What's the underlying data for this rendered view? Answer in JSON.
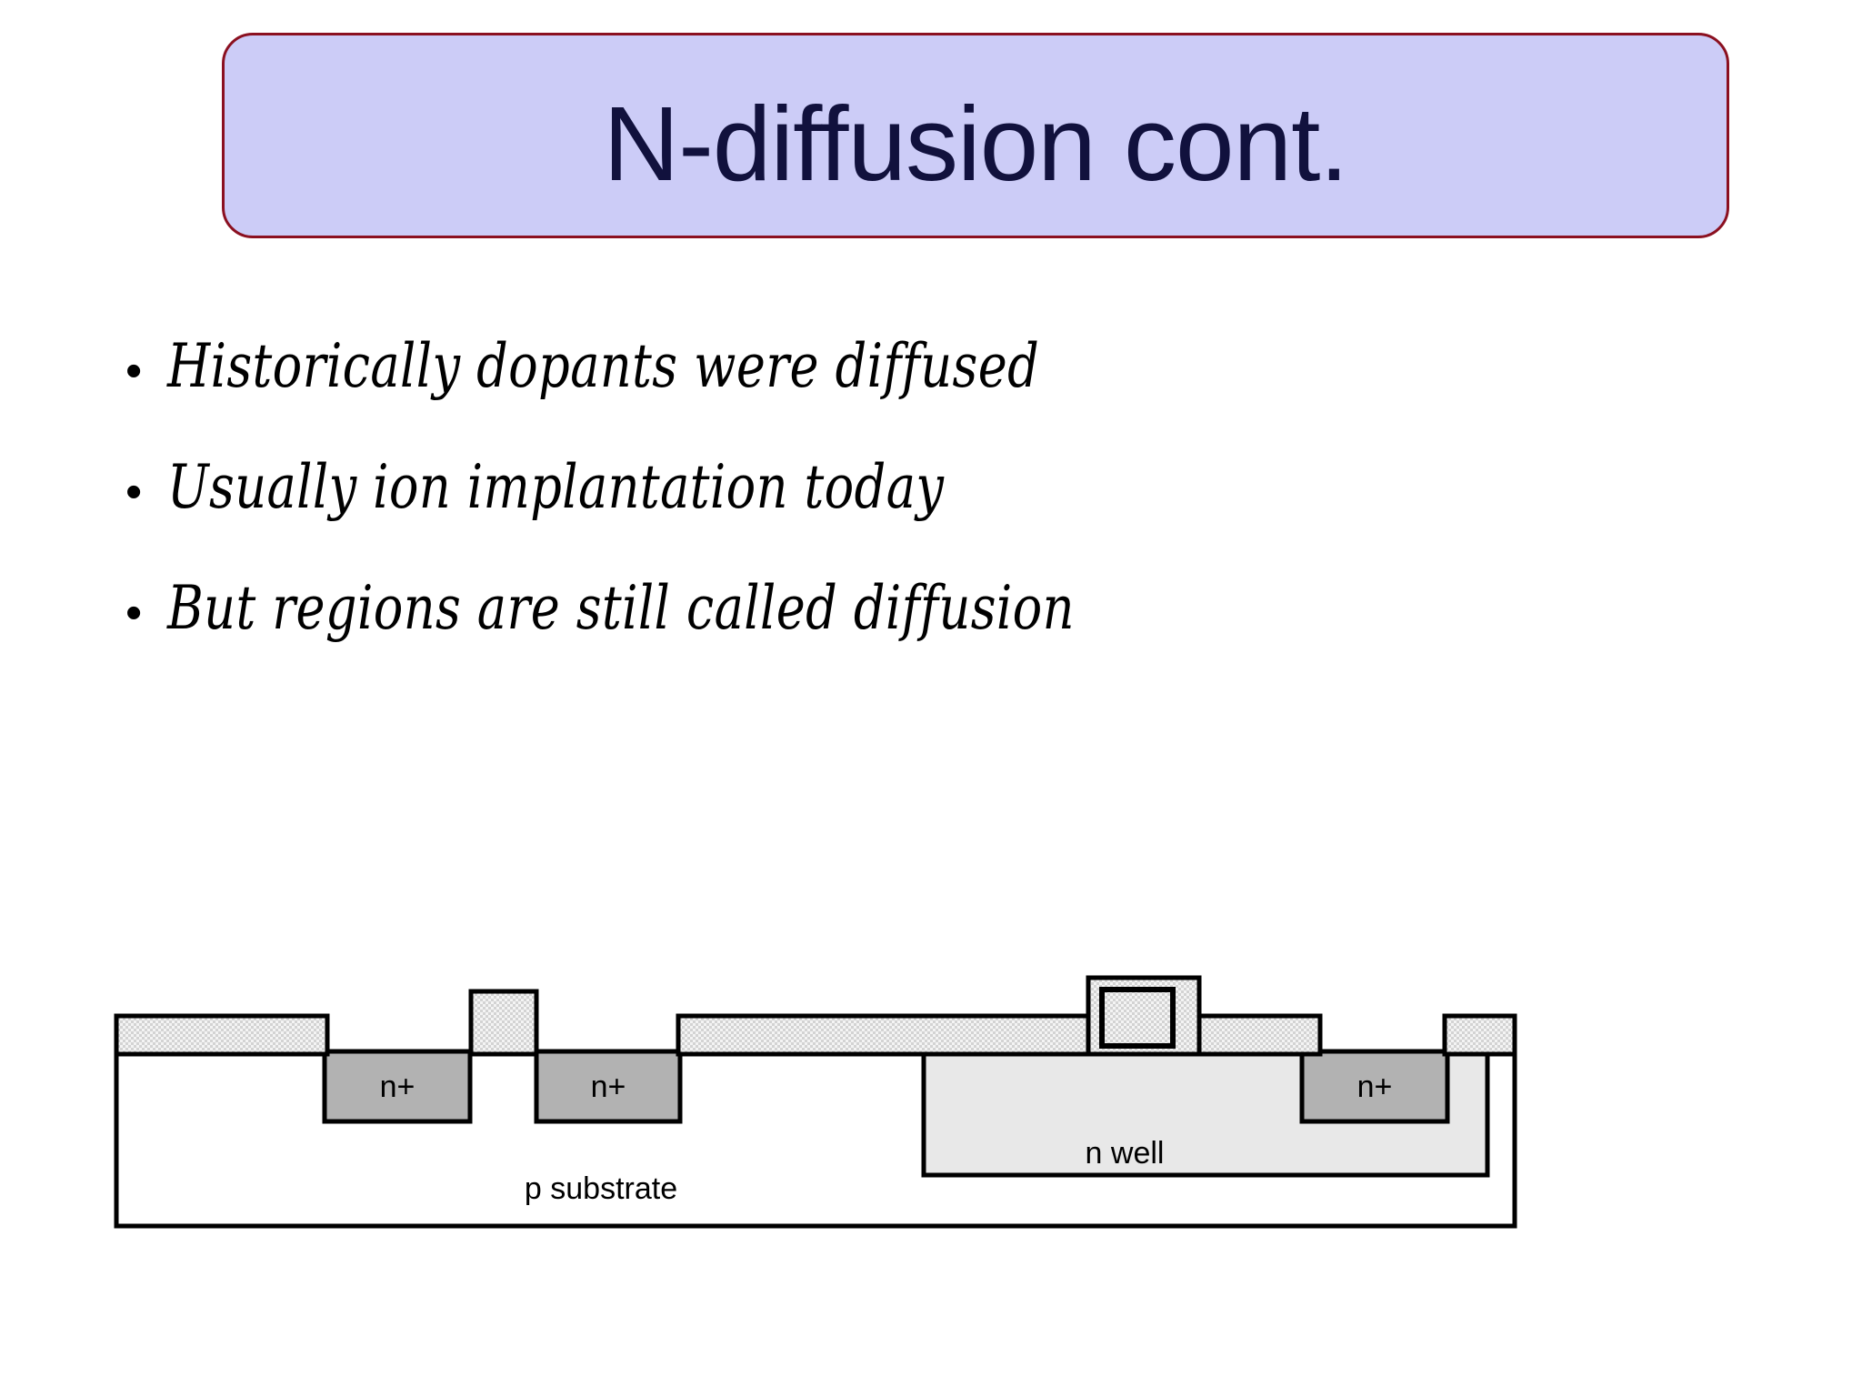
{
  "slide": {
    "background_color": "#ffffff",
    "title": {
      "text": "N-diffusion cont.",
      "text_color": "#11113d",
      "fill_color": "#ccccf7",
      "border_color": "#8b1020"
    },
    "bullets": [
      {
        "marker": "•",
        "text": "Historically dopants were diffused"
      },
      {
        "marker": "•",
        "text": "Usually ion implantation today"
      },
      {
        "marker": "•",
        "text": "But regions are still called diffusion"
      }
    ]
  },
  "diagram": {
    "name": "cmos-cross-section",
    "labels": {
      "substrate": "p substrate",
      "nwell": "n well",
      "nplus_left": "n+",
      "nplus_mid": "n+",
      "nplus_well": "n+"
    },
    "colors": {
      "outline": "#000000",
      "nplus_fill": "#b2b2b2",
      "nwell_fill": "#e8e8e8",
      "substrate_fill": "#ffffff",
      "oxide_fill": "#f2f2f2",
      "oxide_hatch": "#9a9a9a"
    },
    "regions": [
      {
        "name": "p-substrate",
        "label": "p substrate"
      },
      {
        "name": "n-well",
        "label": "n well"
      },
      {
        "name": "n-plus-source",
        "label": "n+"
      },
      {
        "name": "n-plus-drain",
        "label": "n+"
      },
      {
        "name": "n-plus-well-contact",
        "label": "n+"
      },
      {
        "name": "field-oxide-left",
        "label": ""
      },
      {
        "name": "field-oxide-center",
        "label": ""
      },
      {
        "name": "field-oxide-right",
        "label": ""
      },
      {
        "name": "gate-nmos",
        "label": ""
      },
      {
        "name": "gate-pmos",
        "label": ""
      },
      {
        "name": "gate-contact",
        "label": ""
      }
    ]
  }
}
